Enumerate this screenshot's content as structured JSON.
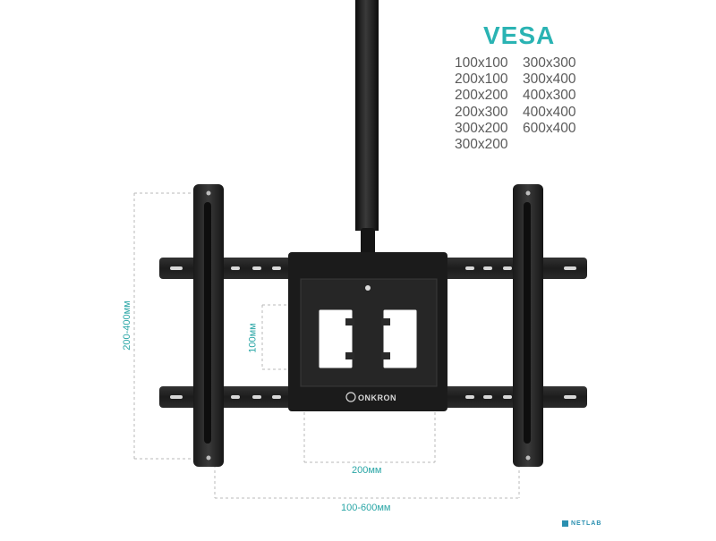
{
  "vesa": {
    "title": "VESA",
    "sizes_left": [
      "100x100",
      "200x100",
      "200x200",
      "200x300",
      "300x200",
      "300x200"
    ],
    "sizes_right": [
      "300x300",
      "300x400",
      "400x300",
      "400x400",
      "600x400"
    ]
  },
  "dimensions": {
    "height_range": "200-400мм",
    "inner_height": "100мм",
    "inner_width": "200мм",
    "width_range": "100-600мм"
  },
  "brand": {
    "logo": "ONKRON",
    "watermark": "NETLAB"
  },
  "colors": {
    "accent": "#2ab3b3",
    "mount": "#1f1f1f",
    "dim_line": "#b8b8b8"
  }
}
